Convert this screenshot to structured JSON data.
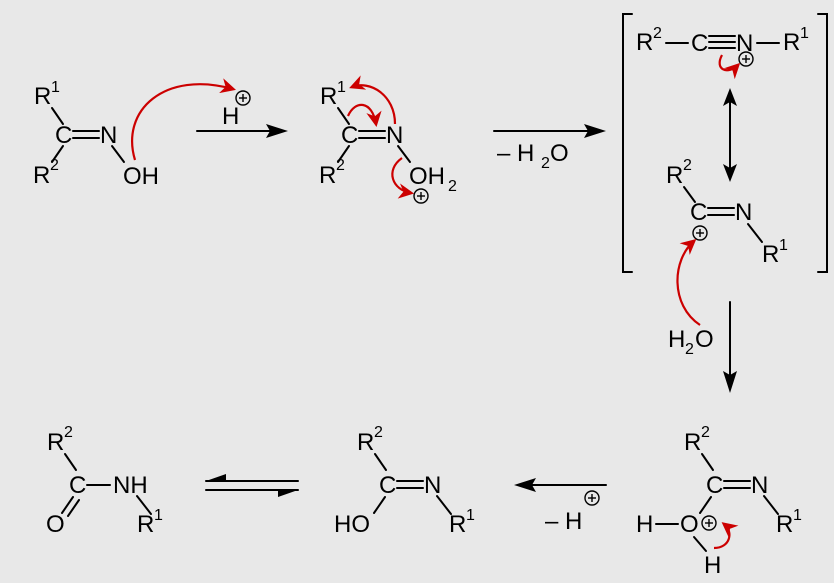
{
  "labels": {
    "r1": "R",
    "r2": "R",
    "sup1": "1",
    "sup2": "2",
    "c": "C",
    "n": "N",
    "oh": "OH",
    "o": "O",
    "h": "H",
    "nh": "NH",
    "ho": "HO",
    "h2o_H": "H",
    "h2o_2": "2",
    "h2o_O": "O",
    "oh2_O": "OH",
    "oh2_2": "2"
  },
  "reagents": {
    "proton": "H",
    "minus_h2o_prefix": "– H",
    "minus_h2o_sub": "2",
    "minus_h2o_O": "O",
    "minus_h": "– H",
    "water_H": "H",
    "water_sub": "2",
    "water_O": "O"
  },
  "colors": {
    "background": "#e8e8e8",
    "bonds": "#000000",
    "electron_arrows": "#cc0000"
  }
}
